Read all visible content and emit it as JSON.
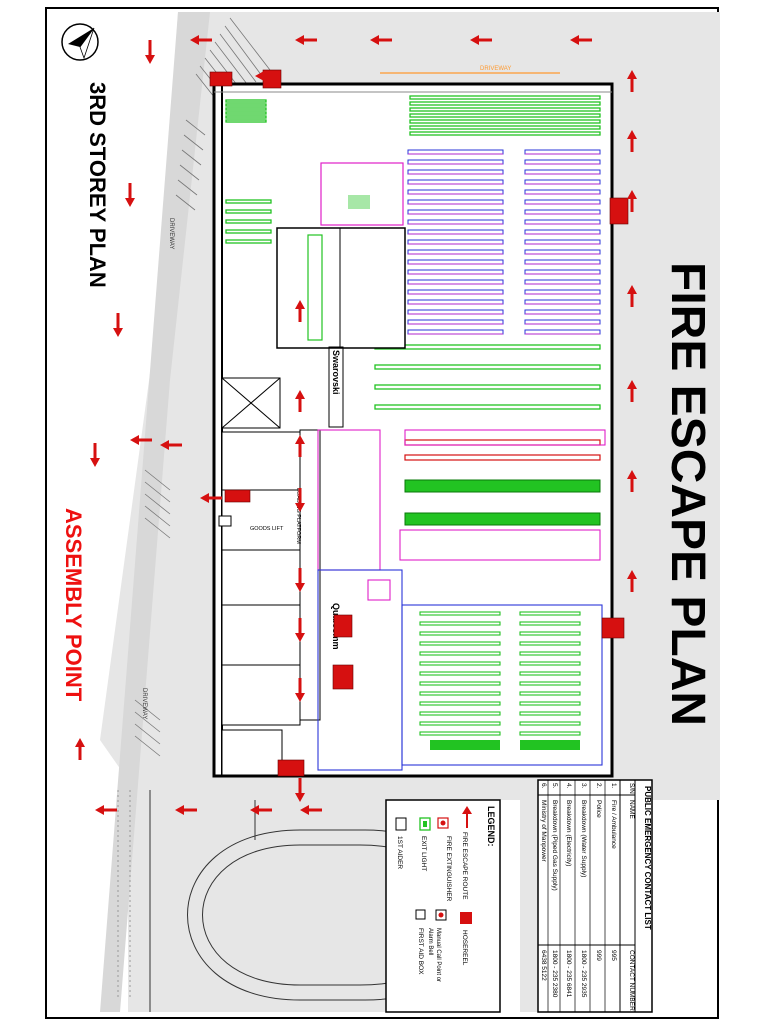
{
  "title": "FIRE ESCAPE PLAN",
  "subtitle": "3RD STOREY PLAN",
  "assembly": "ASSEMBLY POINT",
  "driveway": "DRIVEWAY",
  "tenants": {
    "swarovski": "Swarovski",
    "qualcomm": "Qualcomm"
  },
  "rooms": {
    "loading": "LOADING PLATFORM",
    "goods_lift": "GOODS LIFT"
  },
  "legend": {
    "heading": "LEGEND:",
    "items": {
      "route": "FIRE ESCAPE ROUTE",
      "extinguisher": "FIRE EXTINGUISHER",
      "hosereel": "HOSEREEL",
      "callpoint": "Manual Call Point or Alarm Bell",
      "exit": "EXIT LIGHT",
      "firstaid_box": "FIRST AID BOX",
      "first_aider": "1ST AIDER"
    }
  },
  "contacts": {
    "heading": "PUBLIC EMERGENCY CONTACT LIST",
    "col_no": "S/N",
    "col_name": "NAME",
    "col_number": "CONTACT NUMBER",
    "rows": [
      {
        "no": "1.",
        "name": "Fire / Ambulance",
        "number": "995"
      },
      {
        "no": "2.",
        "name": "Police",
        "number": "999"
      },
      {
        "no": "3.",
        "name": "Breakdown (Water Supply)",
        "number": "1800 - 235 2935"
      },
      {
        "no": "4.",
        "name": "Breakdown (Electricity)",
        "number": "1800 - 235 6841"
      },
      {
        "no": "5.",
        "name": "Breakdown (Piped Gas Supply)",
        "number": "1800 - 235 2380"
      },
      {
        "no": "6.",
        "name": "Ministry of Manpower",
        "number": "6438 5122"
      }
    ]
  },
  "colors": {
    "arrow": "#d61010",
    "rack_green": "#22c322",
    "rack_blue": "#2a36d8",
    "magenta": "#e020c8",
    "road": "#e6e6e6"
  }
}
